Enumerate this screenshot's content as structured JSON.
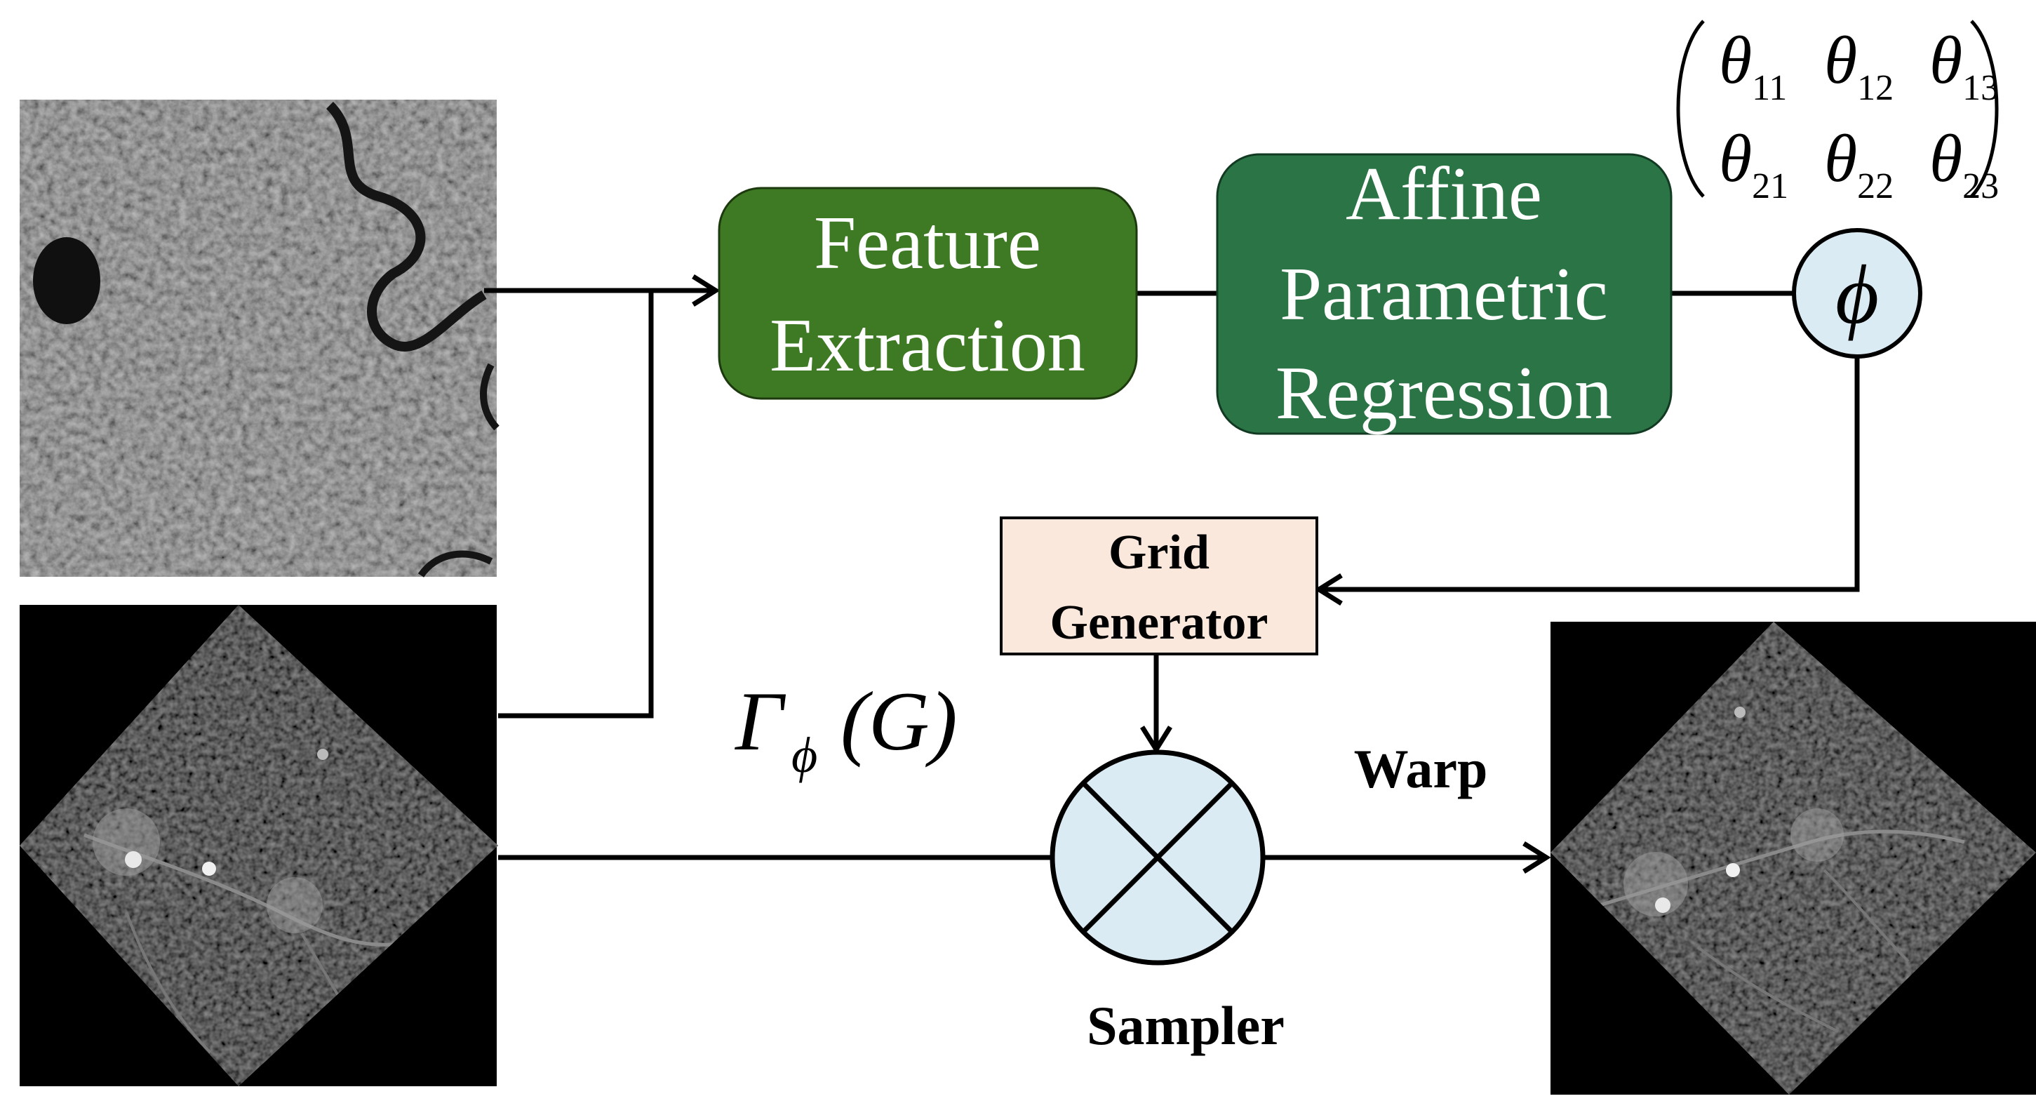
{
  "feature_extraction": {
    "line1": "Feature",
    "line2": "Extraction"
  },
  "affine_regression": {
    "line1": "Affine",
    "line2": "Parametric",
    "line3": "Regression"
  },
  "phi_node": {
    "symbol": "ϕ"
  },
  "theta_matrix": {
    "theta": "θ",
    "row1": [
      "11",
      "12",
      "13"
    ],
    "row2": [
      "21",
      "22",
      "23"
    ]
  },
  "grid_generator": {
    "line1": "Grid",
    "line2": "Generator"
  },
  "transform_label": {
    "gamma": "Γ",
    "sub": "ϕ",
    "arg": "(G)"
  },
  "warp_label": "Warp",
  "sampler_label": "Sampler",
  "colors": {
    "feature_box": "#3d7a23",
    "affine_box": "#2b7446",
    "grid_box": "#fbe8dc",
    "node_fill": "#dbebf3"
  }
}
